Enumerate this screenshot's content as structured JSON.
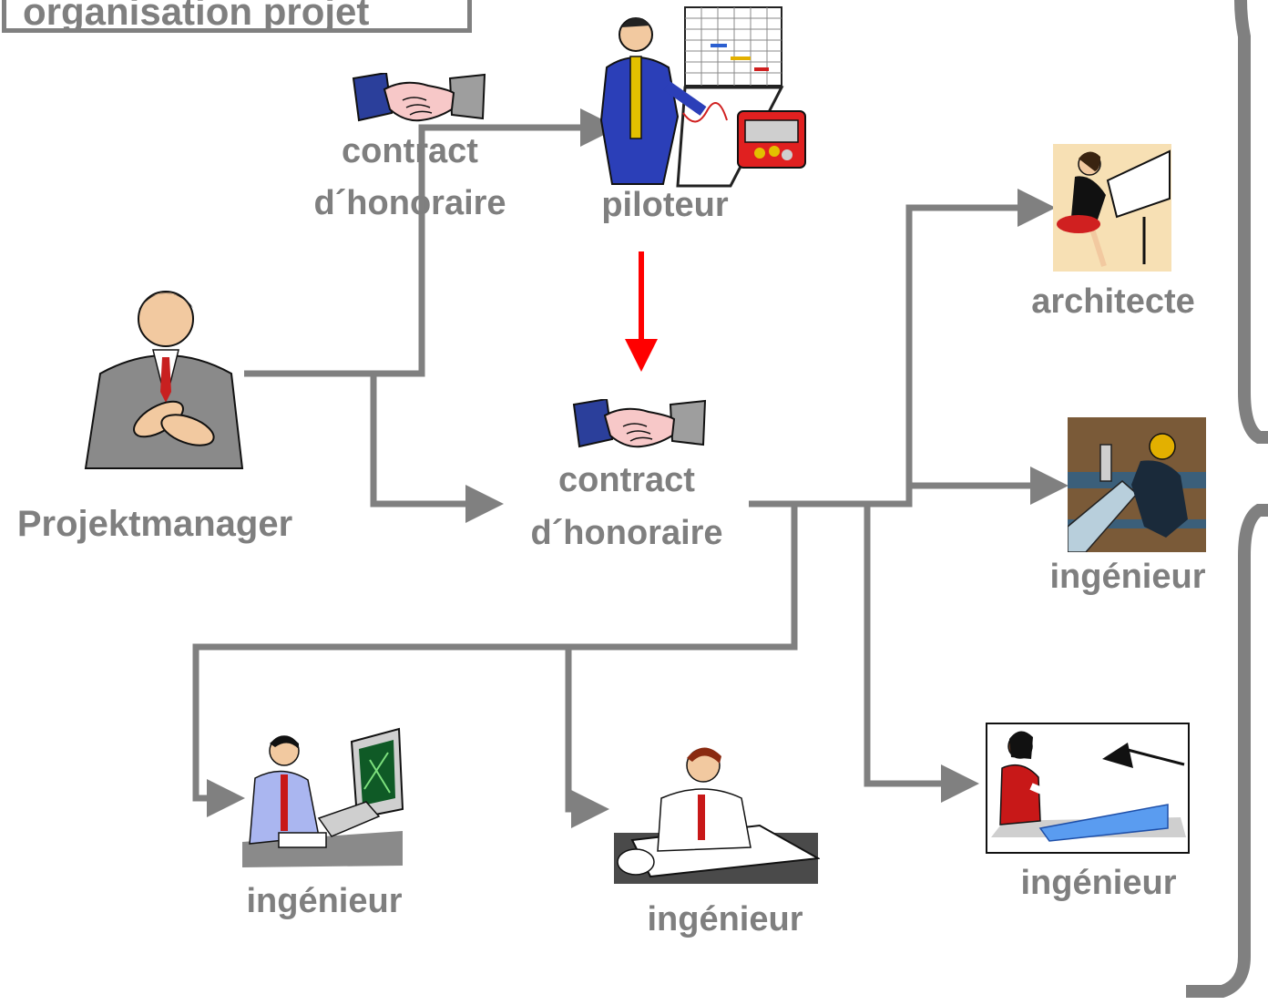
{
  "title": "organisation projet",
  "labels": {
    "contract_top_1": "contract",
    "contract_top_2": "d´honoraire",
    "piloteur": "piloteur",
    "contract_mid_1": "contract",
    "contract_mid_2": "d´honoraire",
    "projektmanager": "Projektmanager",
    "architecte": "architecte",
    "ingenieur_right_mid": "ingénieur",
    "ingenieur_right_low": "ingénieur",
    "ingenieur_bottom_left": "ingénieur",
    "ingenieur_bottom_mid": "ingénieur"
  },
  "colors": {
    "connector": "#808080",
    "highlight_arrow": "#ff0000",
    "label_text": "#7f7f7f",
    "brace": "#808080"
  },
  "icons": [
    "handshake-icon",
    "presenter-with-chart-icon",
    "applauding-manager-icon",
    "architect-at-drafting-table-icon",
    "welder-engineer-icon",
    "engineer-at-computer-icon",
    "engineer-drawing-icon",
    "woman-at-blueprint-icon"
  ]
}
